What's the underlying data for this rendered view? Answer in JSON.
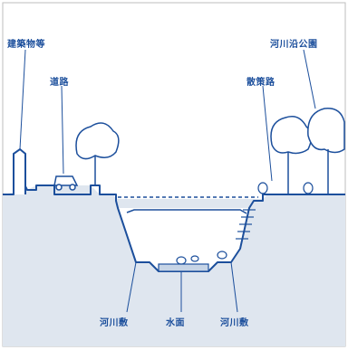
{
  "labels": {
    "building": "建築物等",
    "road": "道路",
    "riverside_park": "河川沿公園",
    "promenade": "散策路",
    "floodplain_left": "河川敷",
    "water_surface": "水面",
    "floodplain_right": "河川敷"
  },
  "colors": {
    "line": "#1c4f9c",
    "ground_fill": "#dfe6ef",
    "water_fill": "#c6d4e6",
    "background": "#ffffff"
  }
}
